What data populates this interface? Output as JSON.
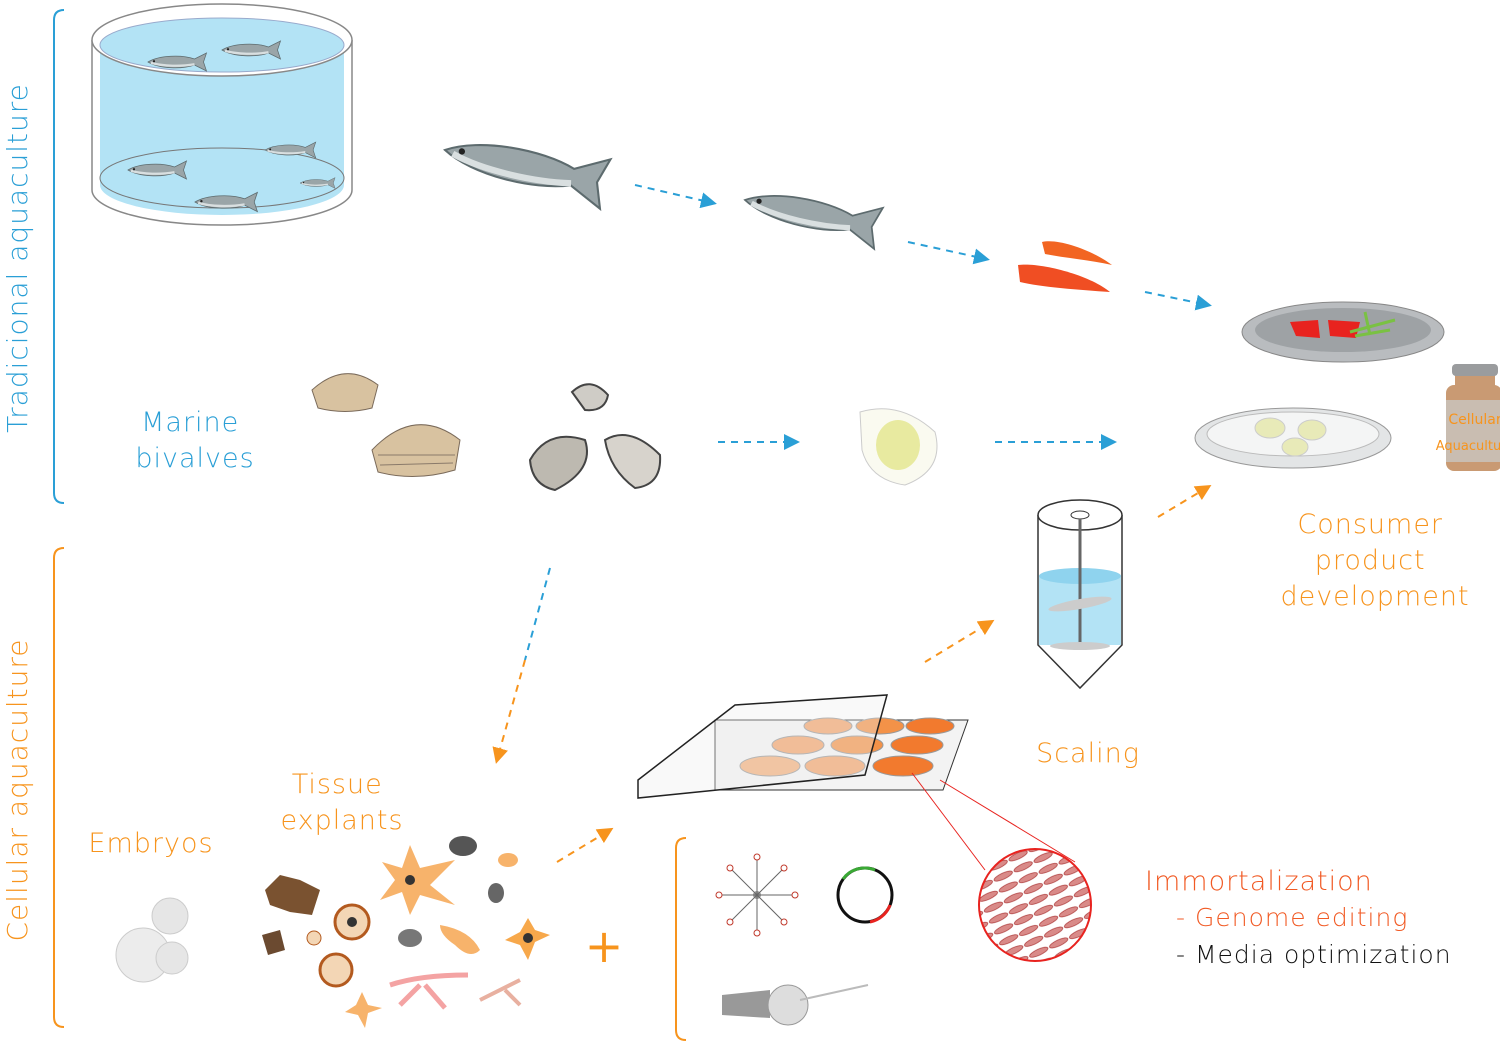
{
  "colors": {
    "traditional": "#2a9fd6",
    "cellular": "#f7941d",
    "immortalization": "#f15a24",
    "text_dark": "#111111"
  },
  "sections": {
    "traditional": "Tradicional aquaculture",
    "cellular": "Cellular aquaculture"
  },
  "labels": {
    "marine_bivalves": [
      "Marine",
      "bivalves"
    ],
    "consumer": [
      "Consumer",
      "product",
      "development"
    ],
    "scaling": "Scaling",
    "tissue_explants": [
      "Tissue",
      "explants"
    ],
    "embryos": "Embryos",
    "plus": "+",
    "immortalization": "Immortalization",
    "genome_editing": "- Genome editing",
    "media_optimization": "- Media optimization"
  },
  "vial_label": [
    "Cellular",
    "Aquaculture"
  ]
}
